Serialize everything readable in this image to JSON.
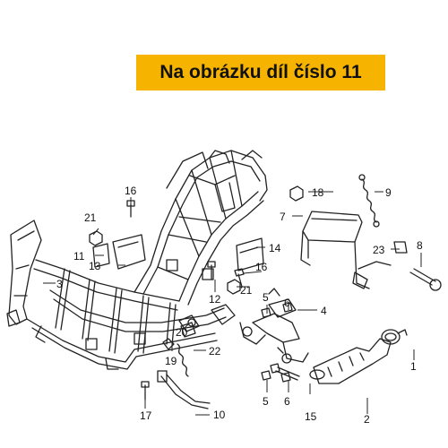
{
  "banner": {
    "text": "Na obrázku díl číslo 11",
    "background": "#f6b400"
  },
  "callouts": {
    "c1": "1",
    "c2": "2",
    "c3": "3",
    "c4": "4",
    "c5a": "5",
    "c5b": "5",
    "c6a": "6",
    "c6b": "6",
    "c7": "7",
    "c8": "8",
    "c9": "9",
    "c10": "10",
    "c11": "11",
    "c12": "12",
    "c13": "13",
    "c14": "14",
    "c15": "15",
    "c16a": "16",
    "c16b": "16",
    "c17": "17",
    "c18": "18",
    "c19": "19",
    "c20": "20",
    "c21a": "21",
    "c21b": "21",
    "c22": "22",
    "c23": "23"
  }
}
